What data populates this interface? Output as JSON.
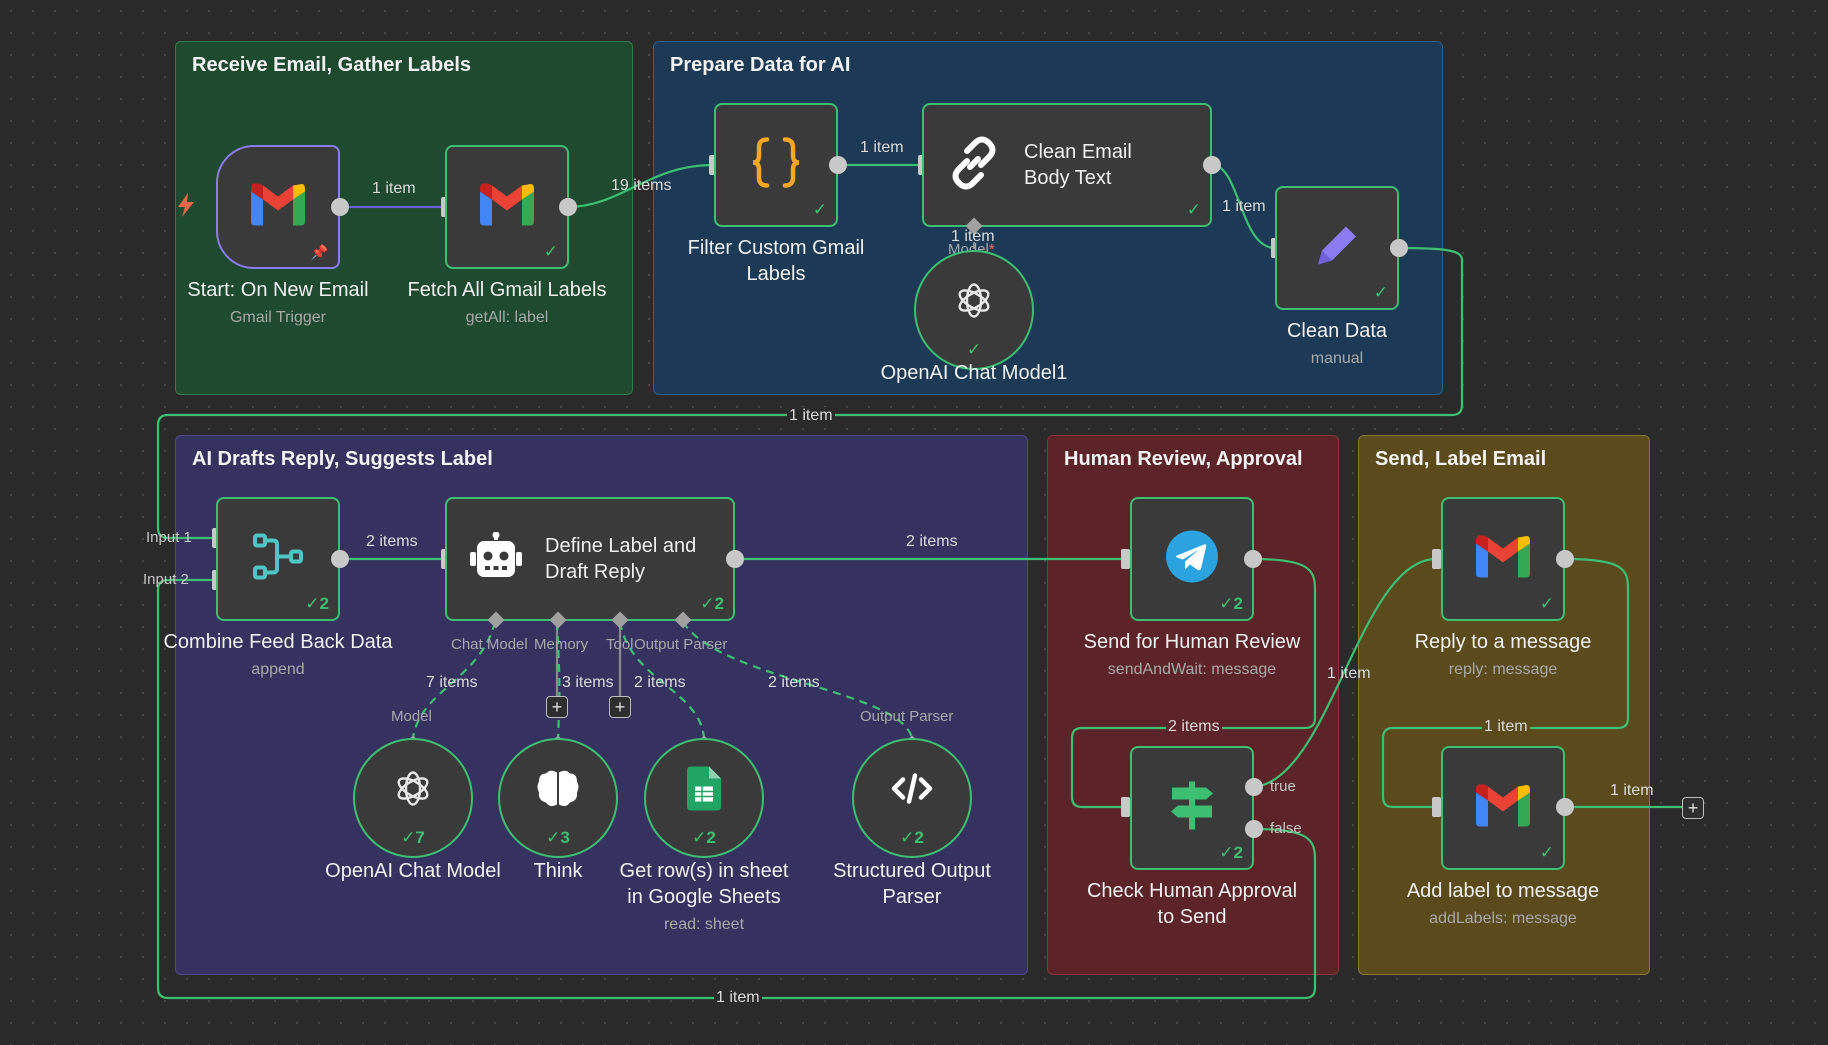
{
  "groups": {
    "receive": "Receive Email, Gather Labels",
    "prepare": "Prepare Data for AI",
    "ai": "AI Drafts Reply, Suggests Label",
    "human": "Human Review, Approval",
    "send": "Send, Label Email"
  },
  "nodes": {
    "start": {
      "title": "Start: On New Email",
      "subtitle": "Gmail Trigger"
    },
    "fetch": {
      "title": "Fetch All Gmail Labels",
      "subtitle": "getAll: label"
    },
    "filter": {
      "title_1": "Filter Custom Gmail",
      "title_2": "Labels"
    },
    "clean_body": {
      "title_1": "Clean Email",
      "title_2": "Body Text"
    },
    "openai1": {
      "title": "OpenAI Chat Model1"
    },
    "clean_data": {
      "title": "Clean Data",
      "subtitle": "manual"
    },
    "combine": {
      "title": "Combine Feed Back Data",
      "subtitle": "append",
      "count": "2"
    },
    "define": {
      "title_1": "Define Label and",
      "title_2": "Draft Reply",
      "count": "2"
    },
    "openai": {
      "title": "OpenAI Chat Model",
      "count": "7"
    },
    "think": {
      "title": "Think",
      "count": "3"
    },
    "sheets": {
      "title_1": "Get row(s) in sheet",
      "title_2": "in Google Sheets",
      "subtitle": "read: sheet",
      "count": "2"
    },
    "parser": {
      "title_1": "Structured Output",
      "title_2": "Parser",
      "count": "2"
    },
    "send_review": {
      "title": "Send for Human Review",
      "subtitle": "sendAndWait: message",
      "count": "2"
    },
    "check": {
      "title_1": "Check Human Approval",
      "title_2": "to Send",
      "count": "2"
    },
    "reply": {
      "title": "Reply to a message",
      "subtitle": "reply: message"
    },
    "add_label": {
      "title": "Add label to message",
      "subtitle": "addLabels: message"
    }
  },
  "ports": {
    "input1": "Input 1",
    "input2": "Input 2",
    "chat_model": "Chat Model",
    "memory": "Memory",
    "tool": "Tool",
    "output_parser": "Output Parser",
    "model_star": "Model",
    "model_handle": "Model",
    "parser_handle": "Output Parser",
    "true_label": "true",
    "false_label": "false",
    "required_mark": "*"
  },
  "wire_labels": {
    "start_fetch": "1 item",
    "fetch_filter": "19 items",
    "filter_clean": "1 item",
    "clean_model": "1 item",
    "clean_cleandata": "1 item",
    "cleandata_combine": "1 item",
    "combine_define": "2 items",
    "define_send": "2 items",
    "model_link": "7 items",
    "memory_link": "3 items",
    "tool_link": "2 items",
    "parser_link": "2 items",
    "send_check": "2 items",
    "check_reply": "1 item",
    "reply_add": "1 item",
    "add_out": "1 item",
    "false_loop": "1 item"
  },
  "icons": {
    "gmail": "gmail-icon",
    "code": "curly-braces-icon",
    "link": "link-icon",
    "openai": "openai-icon",
    "pencil": "pencil-icon",
    "merge": "merge-icon",
    "robot": "robot-icon",
    "brain": "brain-icon",
    "sheets": "google-sheets-icon",
    "code_tag": "code-tag-icon",
    "telegram": "telegram-icon",
    "signpost": "signpost-icon",
    "plus": "plus-icon",
    "bolt": "bolt-icon"
  },
  "colors": {
    "success": "#3cbf72",
    "trigger": "#8a7cf0",
    "code": "#f5a623",
    "wire": "#3cbf72",
    "wire_ai": "#6a5fd8"
  }
}
